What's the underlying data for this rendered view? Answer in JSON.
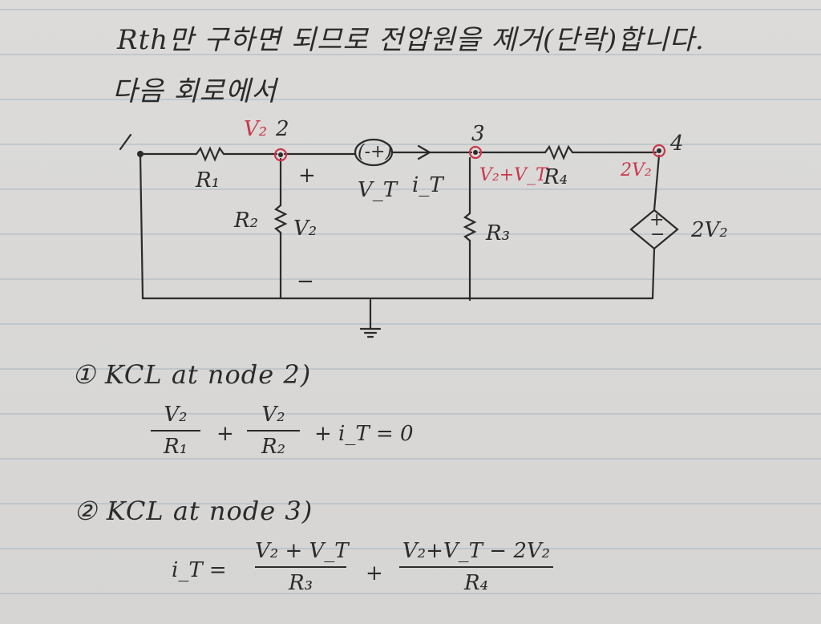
{
  "header": {
    "line1": "Rth만 구하면 되므로 전압원을 제거(단락)합니다.",
    "line2": "다음 회로에서"
  },
  "circuit": {
    "node_labels": {
      "n1": "1",
      "n2": "2",
      "n3": "3",
      "n4": "4"
    },
    "node_voltages": {
      "n2": "V₂",
      "n3": "V₂+V_T",
      "n4": "2V₂"
    },
    "components": {
      "R1": "R₁",
      "R2": "R₂",
      "R3": "R₃",
      "R4": "R₄",
      "source_sign": "(-+)",
      "vt": "V_T",
      "it": "i_T",
      "v2_plus": "+",
      "v2": "V₂",
      "v2_minus": "−",
      "dep_sign": "+",
      "dep_sign_minus": "−",
      "dep_value": "2V₂"
    },
    "colors": {
      "ink": "#2b2b2b",
      "red": "#c8374b",
      "line": "#9fb3c8"
    }
  },
  "equations": {
    "eq1_title": "① KCL at node 2)",
    "eq1": {
      "t1_num": "V₂",
      "t1_den": "R₁",
      "plus1": "+",
      "t2_num": "V₂",
      "t2_den": "R₂",
      "tail": "+ i_T = 0"
    },
    "eq2_title": "② KCL at node 3)",
    "eq2": {
      "lhs": "i_T =",
      "t1_num": "V₂ + V_T",
      "t1_den": "R₃",
      "plus": "+",
      "t2_num": "V₂+V_T − 2V₂",
      "t2_den": "R₄"
    }
  }
}
